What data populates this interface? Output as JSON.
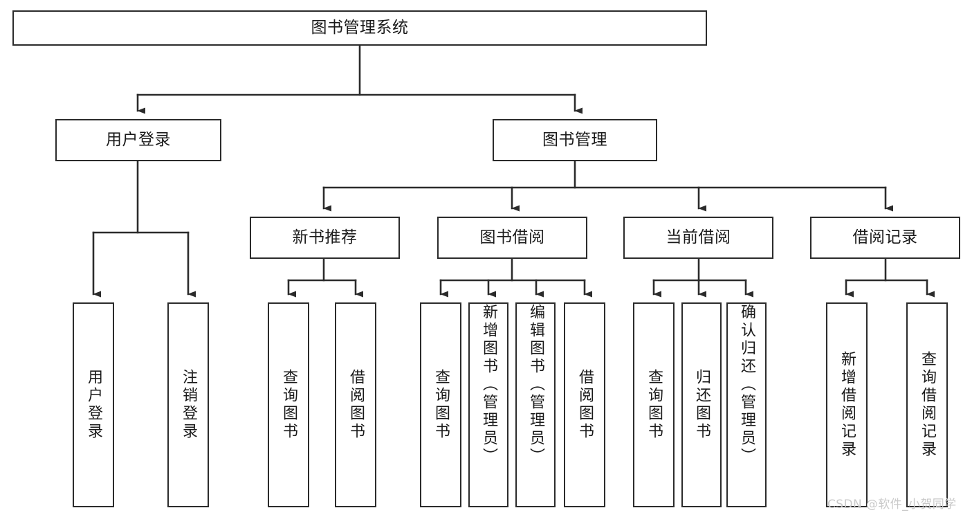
{
  "diagram": {
    "title": "图书管理系统",
    "type": "tree-hierarchy-chart",
    "watermark": "CSDN @软件_小贺同学",
    "colors": {
      "stroke": "#2b2b2b",
      "fill": "#ffffff",
      "text": "#1a1a1a",
      "watermark": "#c9c9c9"
    },
    "levels": {
      "root": "图书管理系统",
      "level2": [
        "用户登录",
        "图书管理"
      ],
      "level3": [
        "新书推荐",
        "图书借阅",
        "当前借阅",
        "借阅记录"
      ]
    }
  },
  "nodes": {
    "root": {
      "label": "图书管理系统"
    },
    "user_login": {
      "label": "用户登录"
    },
    "book_manage": {
      "label": "图书管理"
    },
    "new_book_rec": {
      "label": "新书推荐"
    },
    "book_borrow": {
      "label": "图书借阅"
    },
    "current_borrow": {
      "label": "当前借阅"
    },
    "borrow_record": {
      "label": "借阅记录"
    },
    "leaf_user_login": {
      "label": "用户登录"
    },
    "leaf_user_logout": {
      "label": "注销登录"
    },
    "leaf_rec_query": {
      "label": "查询图书"
    },
    "leaf_rec_borrow": {
      "label": "借阅图书"
    },
    "leaf_borrow_query": {
      "label": "查询图书"
    },
    "leaf_borrow_add": {
      "label": "新增图书（管理员）"
    },
    "leaf_borrow_edit": {
      "label": "编辑图书（管理员）"
    },
    "leaf_borrow_do": {
      "label": "借阅图书"
    },
    "leaf_cur_query": {
      "label": "查询图书"
    },
    "leaf_cur_return": {
      "label": "归还图书"
    },
    "leaf_cur_confirm": {
      "label": "确认归还（管理员）"
    },
    "leaf_rec_add": {
      "label": "新增借阅记录"
    },
    "leaf_rec_query2": {
      "label": "查询借阅记录"
    }
  }
}
